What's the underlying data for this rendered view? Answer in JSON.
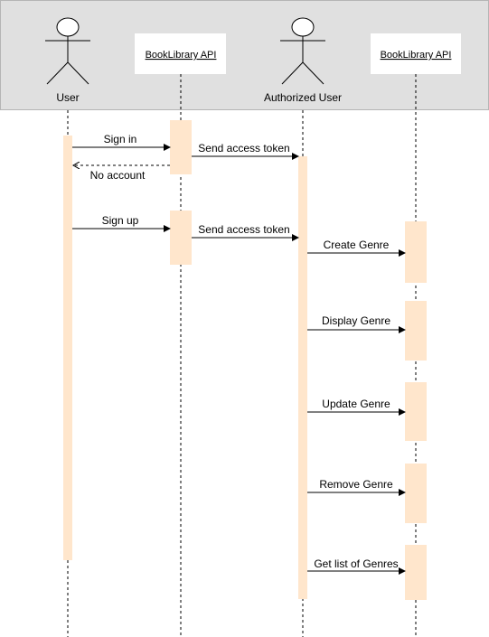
{
  "participants": [
    {
      "id": "user",
      "kind": "actor",
      "label": "User"
    },
    {
      "id": "api1",
      "kind": "object",
      "label": "BookLibrary API"
    },
    {
      "id": "auth",
      "kind": "actor",
      "label": "Authorized User"
    },
    {
      "id": "api2",
      "kind": "object",
      "label": "BookLibrary API"
    }
  ],
  "messages": [
    {
      "from": "user",
      "to": "api1",
      "label": "Sign in",
      "style": "solid"
    },
    {
      "from": "api1",
      "to": "auth",
      "label": "Send access token",
      "style": "solid"
    },
    {
      "from": "api1",
      "to": "user",
      "label": "No account",
      "style": "dashed"
    },
    {
      "from": "user",
      "to": "api1",
      "label": "Sign up",
      "style": "solid"
    },
    {
      "from": "api1",
      "to": "auth",
      "label": "Send access token",
      "style": "solid"
    },
    {
      "from": "auth",
      "to": "api2",
      "label": "Create Genre",
      "style": "solid"
    },
    {
      "from": "auth",
      "to": "api2",
      "label": "Display Genre",
      "style": "solid"
    },
    {
      "from": "auth",
      "to": "api2",
      "label": "Update Genre",
      "style": "solid"
    },
    {
      "from": "auth",
      "to": "api2",
      "label": "Remove Genre",
      "style": "solid"
    },
    {
      "from": "auth",
      "to": "api2",
      "label": "Get list of Genres",
      "style": "solid"
    }
  ],
  "colors": {
    "header_bg": "#e0e0e0",
    "header_border": "#b5b5b5",
    "activation": "#ffe6cc",
    "line": "#000000"
  }
}
